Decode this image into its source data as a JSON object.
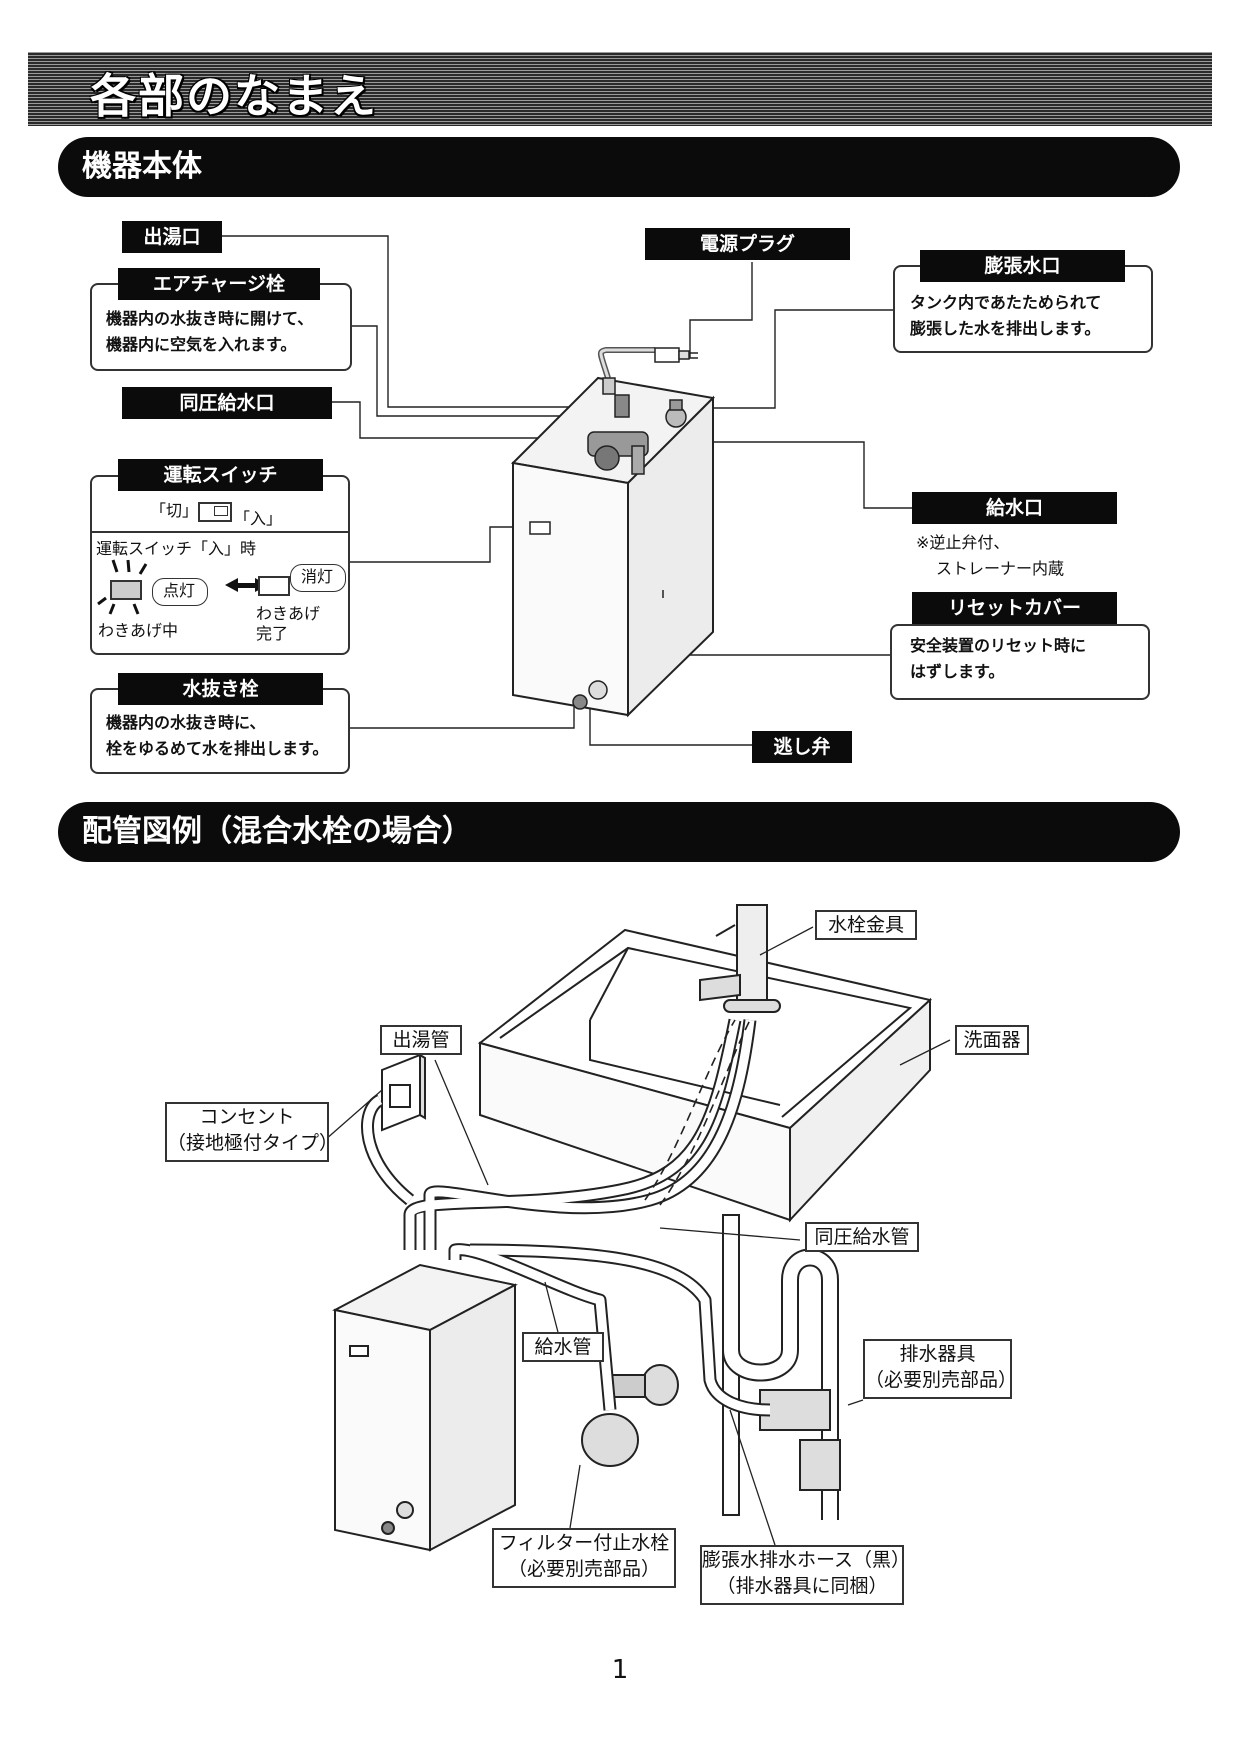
{
  "page_title": "各部のなまえ",
  "sections": {
    "unit": "機器本体",
    "piping": "配管図例（混合水栓の場合）"
  },
  "unit_labels": {
    "outlet": "出湯口",
    "air_charge": {
      "title": "エアチャージ栓",
      "desc1": "機器内の水抜き時に開けて、",
      "desc2": "機器内に空気を入れます。"
    },
    "power_plug": "電源プラグ",
    "expansion": {
      "title": "膨張水口",
      "desc1": "タンク内であたためられて",
      "desc2": "膨張した水を排出します。"
    },
    "same_pressure": "同圧給水口",
    "switch": {
      "title": "運転スイッチ",
      "off_label": "「切」",
      "on_label": "「入」",
      "status_header": "運転スイッチ「入」時",
      "lit": "点灯",
      "unlit": "消灯",
      "heating": "わきあげ中",
      "done1": "わきあげ",
      "done2": "完了"
    },
    "inlet": {
      "title": "給水口",
      "note1": "※逆止弁付、",
      "note2": "ストレーナー内蔵"
    },
    "reset": {
      "title": "リセットカバー",
      "desc1": "安全装置のリセット時に",
      "desc2": "はずします。"
    },
    "drain": {
      "title": "水抜き栓",
      "desc1": "機器内の水抜き時に、",
      "desc2": "栓をゆるめて水を排出します。"
    },
    "relief": "逃し弁"
  },
  "piping_labels": {
    "faucet": "水栓金具",
    "basin": "洗面器",
    "hot_pipe": "出湯管",
    "outlet1": "コンセント",
    "outlet2": "（接地極付タイプ）",
    "same_pressure_pipe": "同圧給水管",
    "supply_pipe": "給水管",
    "drain_fitting1": "排水器具",
    "drain_fitting2": "（必要別売部品）",
    "filter1": "フィルター付止水栓",
    "filter2": "（必要別売部品）",
    "hose1": "膨張水排水ホース（黒）",
    "hose2": "（排水器具に同梱）"
  },
  "page_number": "1"
}
